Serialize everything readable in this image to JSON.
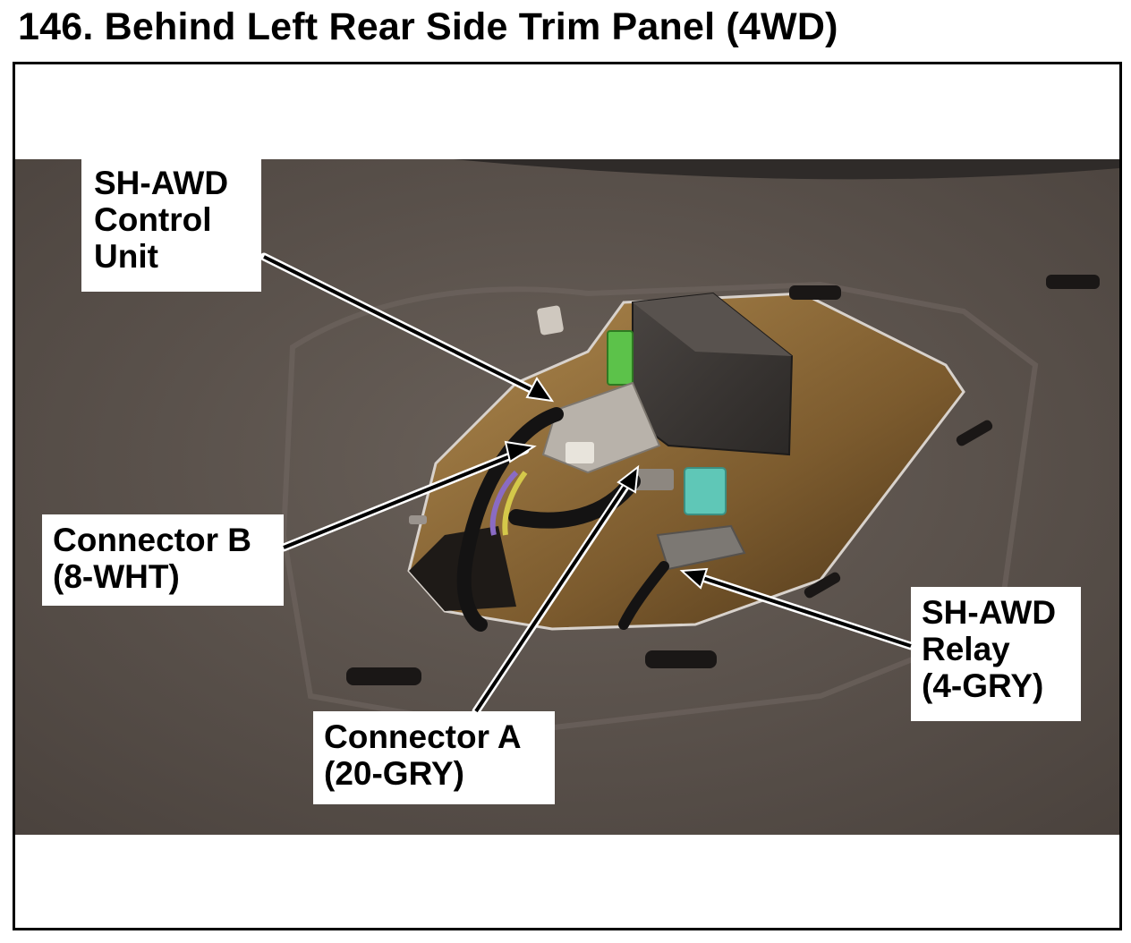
{
  "page": {
    "title": "146. Behind Left Rear Side Trim Panel (4WD)"
  },
  "callouts": {
    "control_unit": {
      "lines": [
        "SH-AWD",
        "Control",
        "Unit"
      ]
    },
    "connector_b": {
      "lines": [
        "Connector B",
        "(8-WHT)"
      ]
    },
    "connector_a": {
      "lines": [
        "Connector A",
        "(20-GRY)"
      ]
    },
    "relay": {
      "lines": [
        "SH-AWD",
        "Relay",
        "(4-GRY)"
      ]
    }
  },
  "colors": {
    "carpet": "#5a514b",
    "cavity": "#8a6a3a",
    "control_unit_box": "#3a3634",
    "green_connector": "#5cc24a",
    "relay_teal": "#5fc7b7",
    "callout_bg": "#ffffff",
    "arrow": "#000000"
  }
}
